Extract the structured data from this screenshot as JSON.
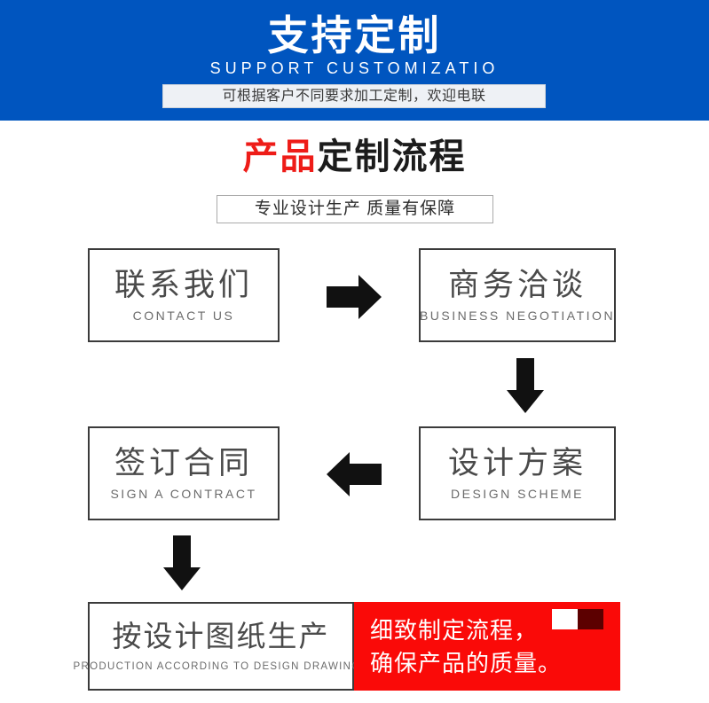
{
  "banner": {
    "title_cn": "支持定制",
    "title_en": "SUPPORT CUSTOMIZATIO",
    "pill_text": "可根据客户不同要求加工定制，欢迎电联",
    "bg_color": "#0055bf",
    "pill_bg_color": "#eef1f5"
  },
  "section": {
    "title_highlight": "产品",
    "title_rest": "定制流程",
    "title_highlight_color": "#ee1c18",
    "subtitle": "专业设计生产 质量有保障"
  },
  "flow": {
    "steps": [
      {
        "cn": "联系我们",
        "en": "CONTACT US"
      },
      {
        "cn": "商务洽谈",
        "en": "BUSINESS  NEGOTIATION"
      },
      {
        "cn": "设计方案",
        "en": "DESIGN  SCHEME"
      },
      {
        "cn": "签订合同",
        "en": "SIGN A CONTRACT"
      },
      {
        "cn": "按设计图纸生产",
        "en": "PRODUCTION  ACCORDING  TO  DESIGN  DRAWINGS"
      }
    ],
    "arrows": [
      {
        "name": "arrow-right-contact-to-business",
        "direction": "right"
      },
      {
        "name": "arrow-down-business-to-design",
        "direction": "down"
      },
      {
        "name": "arrow-left-design-to-sign",
        "direction": "left"
      },
      {
        "name": "arrow-down-sign-to-production",
        "direction": "down"
      }
    ]
  },
  "highlight": {
    "line1": "细致制定流程，",
    "line2": "确保产品的质量。",
    "bg_color": "#fa0a08",
    "swatch_light_color": "#ffffff",
    "swatch_dark_color": "#5c0000"
  }
}
